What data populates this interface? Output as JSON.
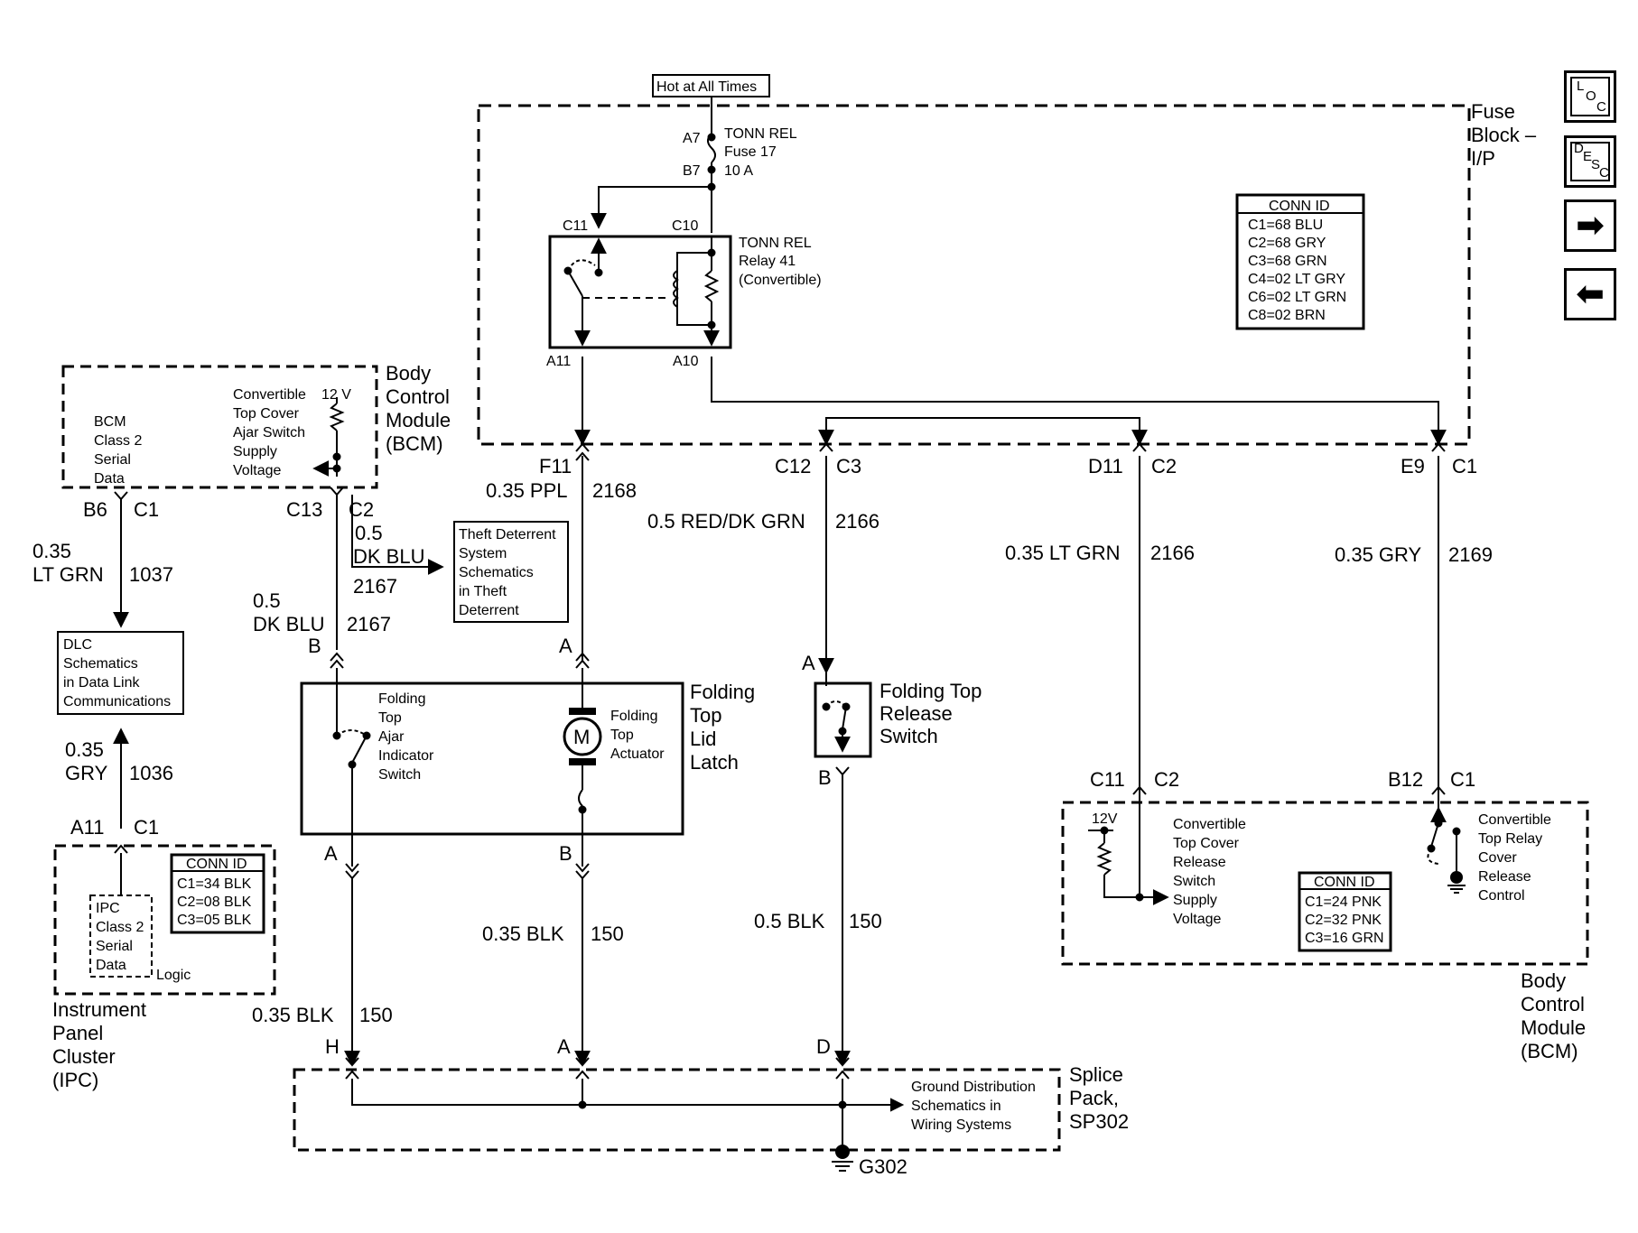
{
  "power": {
    "hot_label": "Hot at All Times"
  },
  "fuse_block": {
    "title_lines": [
      "Fuse",
      "Block –",
      "I/P"
    ],
    "fuse": {
      "pin_in": "A7",
      "pin_out": "B7",
      "lines": [
        "TONN REL",
        "Fuse 17",
        "10 A"
      ]
    },
    "relay": {
      "lines": [
        "TONN REL",
        "Relay 41",
        "(Convertible)"
      ],
      "pins": [
        "C11",
        "C10",
        "A11",
        "A10"
      ]
    },
    "conn_id": {
      "header": "CONN ID",
      "rows": [
        "C1=68 BLU",
        "C2=68 GRY",
        "C3=68 GRN",
        "C4=02 LT GRY",
        "C6=02 LT GRN",
        "C8=02 BRN"
      ]
    }
  },
  "connectors": {
    "f11": {
      "pin": "F11",
      "wire": "0.35 PPL",
      "circuit": "2168"
    },
    "c12": {
      "pin": "C12",
      "conn": "C3",
      "wire": "0.5 RED/DK GRN",
      "circuit": "2166"
    },
    "d11": {
      "pin": "D11",
      "conn": "C2",
      "wire": "0.35 LT GRN",
      "circuit": "2166"
    },
    "e9": {
      "pin": "E9",
      "conn": "C1",
      "wire": "0.35 GRY",
      "circuit": "2169"
    }
  },
  "bcm_left": {
    "title_lines": [
      "Body",
      "Control",
      "Module",
      "(BCM)"
    ],
    "serial_lines": [
      "BCM",
      "Class 2",
      "Serial",
      "Data"
    ],
    "supply_lines": [
      "Convertible",
      "Top Cover",
      "Ajar Switch",
      "Supply",
      "Voltage"
    ],
    "volt": "12 V",
    "b6": {
      "pin": "B6",
      "conn": "C1",
      "wire_lines": [
        "0.35",
        "LT GRN"
      ],
      "circuit": "1037"
    },
    "c13": {
      "pin": "C13",
      "conn": "C2",
      "branch_wire_lines": [
        "0.5",
        "DK BLU"
      ],
      "branch_circuit": "2167",
      "wire_lines": [
        "0.5",
        "DK BLU"
      ],
      "circuit": "2167"
    }
  },
  "theft": {
    "lines": [
      "Theft Deterrent",
      "System",
      "Schematics",
      "in Theft",
      "Deterrent"
    ]
  },
  "dlc": {
    "lines": [
      "DLC",
      "Schematics",
      "in Data Link",
      "Communications"
    ]
  },
  "ipc": {
    "title_lines": [
      "Instrument",
      "Panel",
      "Cluster",
      "(IPC)"
    ],
    "wire_lines": [
      "0.35",
      "GRY"
    ],
    "circuit": "1036",
    "pin": "A11",
    "conn": "C1",
    "inner_lines": [
      "IPC",
      "Class 2",
      "Serial",
      "Data"
    ],
    "logic": "Logic",
    "conn_id": {
      "header": "CONN ID",
      "rows": [
        "C1=34 BLK",
        "C2=08 BLK",
        "C3=05 BLK"
      ]
    }
  },
  "latch": {
    "title_lines": [
      "Folding",
      "Top",
      "Lid",
      "Latch"
    ],
    "switch_lines": [
      "Folding",
      "Top",
      "Ajar",
      "Indicator",
      "Switch"
    ],
    "actuator_lines": [
      "Folding",
      "Top",
      "Actuator"
    ],
    "motor": "M",
    "pins": {
      "b_top": "B",
      "a_top": "A",
      "a_bot": "A",
      "b_bot": "B"
    }
  },
  "release_switch": {
    "title_lines": [
      "Folding Top",
      "Release",
      "Switch"
    ],
    "pin_top": "A",
    "pin_bot": "B"
  },
  "bcm_right": {
    "title_lines": [
      "Body",
      "Control",
      "Module",
      "(BCM)"
    ],
    "c11": {
      "pin": "C11",
      "conn": "C2"
    },
    "b12": {
      "pin": "B12",
      "conn": "C1"
    },
    "volt": "12V",
    "supply_lines": [
      "Convertible",
      "Top Cover",
      "Release",
      "Switch",
      "Supply",
      "Voltage"
    ],
    "control_lines": [
      "Convertible",
      "Top Relay",
      "Cover",
      "Release",
      "Control"
    ],
    "conn_id": {
      "header": "CONN ID",
      "rows": [
        "C1=24 PNK",
        "C2=32 PNK",
        "C3=16 GRN"
      ]
    }
  },
  "grounds": {
    "w1": {
      "wire": "0.35 BLK",
      "circuit": "150"
    },
    "w2": {
      "wire": "0.35 BLK",
      "circuit": "150"
    },
    "w3": {
      "wire": "0.5 BLK",
      "circuit": "150"
    },
    "pins": [
      "H",
      "A",
      "D"
    ]
  },
  "splice": {
    "title_lines": [
      "Splice",
      "Pack,",
      "SP302"
    ],
    "ref_lines": [
      "Ground Distribution",
      "Schematics in",
      "Wiring Systems"
    ],
    "ground": "G302"
  },
  "nav": {
    "loc": {
      "top": "L",
      "mid": "O",
      "bot": "C"
    },
    "desc": {
      "top": "D",
      "mid": "E",
      "s": "S",
      "bot": "C"
    }
  }
}
